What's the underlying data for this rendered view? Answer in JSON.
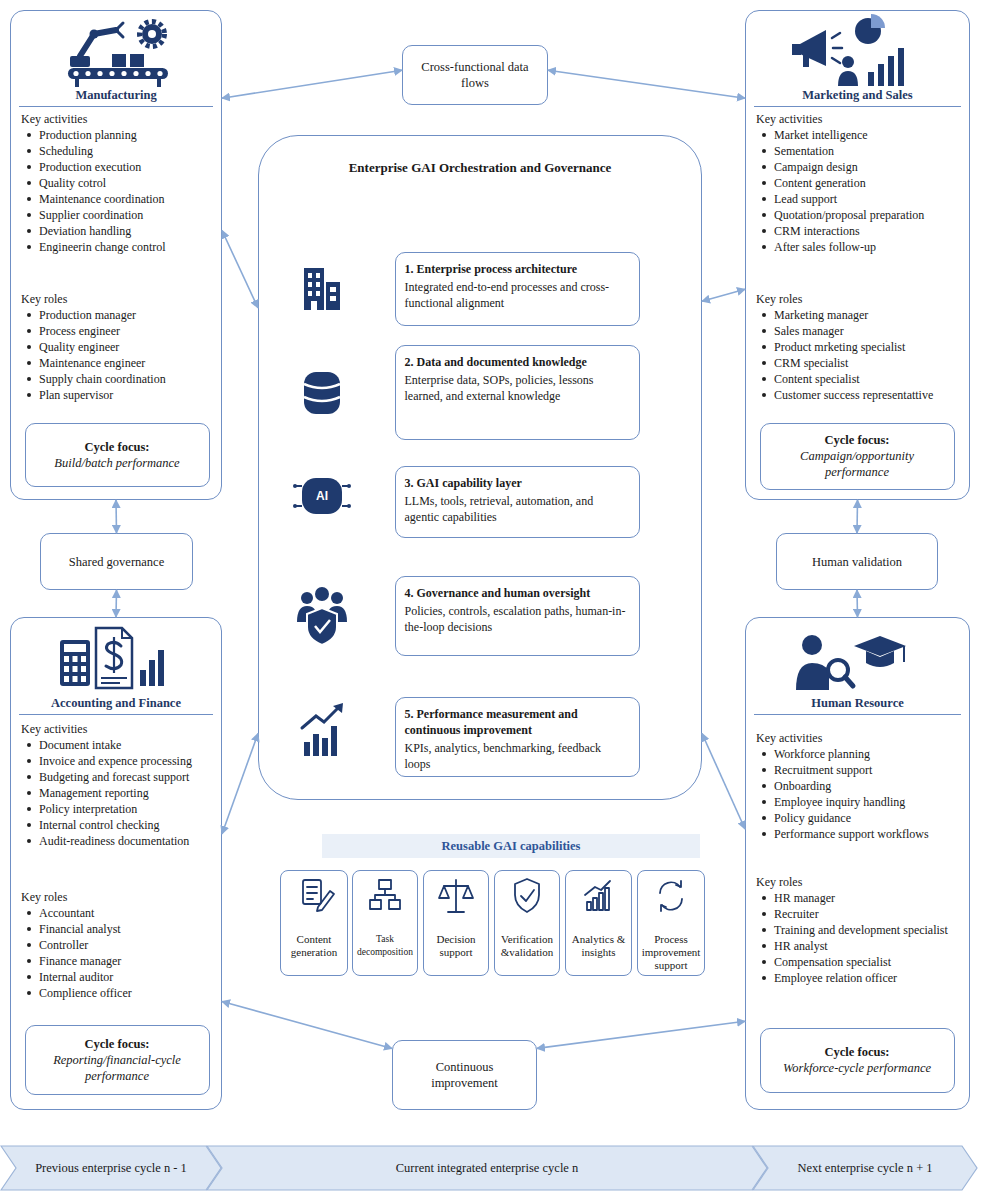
{
  "diagram": {
    "nodes": [
      {
        "text": [
          "Manufacturing",
          "Key activities",
          "Production planning",
          "Scheduling",
          "Production execution",
          "Quality cotrol",
          "Maintenance coordination",
          "Supplier coordination",
          "Deviation handling",
          "Engineerin change control",
          "Key roles",
          "Production manager",
          "Process engineer",
          "Quality engineer",
          "Maintenance engineer",
          "Supply chain coordination",
          "Plan supervisor"
        ]
      },
      {
        "text": [
          "Cycle focus:",
          "Build/batch performance"
        ],
        "in": 0
      },
      {
        "text": [
          "Cross-functional data flows"
        ]
      },
      {
        "text": [
          "Marketing and Sales",
          "Key activities",
          "Market intelligence",
          "Sementation",
          "Campaign design",
          "Content generation",
          "Lead support",
          "Quotation/proposal preparation",
          "CRM interactions",
          "After sales follow-up",
          "Key roles",
          "Marketing manager",
          "Sales manager",
          "Product mrketing specialist",
          "CRM specialist",
          "Content specialist",
          "Customer success representattive"
        ]
      },
      {
        "text": [
          "Cycle focus:",
          "Campaign/opportunity performance"
        ],
        "in": 3
      },
      {
        "text": [
          "Enterprise GAI Orchestration and Governance"
        ]
      },
      {
        "text": [
          "1. Enterprise process architecture",
          "Integrated end-to-end processes and cross-functional alignment"
        ],
        "in": 5
      },
      {
        "text": [
          "2. Data and documented knowledge",
          "Enterprise data, SOPs, policies, lessons learned, and external knowledge"
        ],
        "in": 5
      },
      {
        "text": [
          "3. GAI capability layer",
          "LLMs, tools, retrieval, automation, and agentic capabilities"
        ],
        "in": 5
      },
      {
        "text": [
          "4. Governance and human oversight",
          "Policies, controls, escalation paths, human-in-the-loop decisions"
        ],
        "in": 5
      },
      {
        "text": [
          "5. Performance measurement and continuous improvement",
          "KPIs, analytics, benchmarking, feedback loops"
        ],
        "in": 5
      },
      {
        "text": [
          "Shared governance"
        ]
      },
      {
        "text": [
          "Human validation"
        ]
      },
      {
        "text": [
          "Accounting and Finance",
          "Key activities",
          "Document intake",
          "Invoice and expence processing",
          "Budgeting and forecast support",
          "Management reporting",
          "Policy interpretation",
          "Internal control checking",
          "Audit-readiness documentation",
          "Key roles",
          "Accountant",
          "Financial analyst",
          "Controller",
          "Finance manager",
          "Internal auditor",
          "Complience officer"
        ]
      },
      {
        "text": [
          "Cycle focus:",
          "Reporting/financial-cycle performance"
        ],
        "in": 13
      },
      {
        "text": [
          "Human Resource",
          "Key activities",
          "Workforce planning",
          "Recruitment support",
          "Onboarding",
          "Employee inquiry handling",
          "Policy guidance",
          "Performance support workflows",
          "Key roles",
          "HR manager",
          "Recruiter",
          "Training and development specialist",
          "HR analyst",
          "Compensation specialist",
          "Employee relation officer"
        ]
      },
      {
        "text": [
          "Cycle focus:",
          "Workforce-cycle performance"
        ],
        "in": 15
      },
      {
        "text": [
          "Content generation"
        ]
      },
      {
        "text": [
          "Task decomposition"
        ]
      },
      {
        "text": [
          "Decision support"
        ]
      },
      {
        "text": [
          "Verification &validation"
        ]
      },
      {
        "text": [
          "Analytics & insights"
        ]
      },
      {
        "text": [
          "Process improvement support"
        ]
      },
      {
        "text": [
          "Continuous improvement"
        ]
      },
      {
        "text": [
          "Previous enterprise cycle n - 1"
        ]
      },
      {
        "text": [
          "Current integrated enterprise cycle n"
        ]
      },
      {
        "text": [
          "Next enterprise cycle n + 1"
        ]
      }
    ],
    "edges": [
      {
        "from": 0,
        "to": 2,
        "arrow": "both"
      },
      {
        "from": 2,
        "to": 3,
        "arrow": "both"
      },
      {
        "from": 0,
        "to": 5,
        "arrow": "both"
      },
      {
        "from": 3,
        "to": 5,
        "arrow": "both"
      },
      {
        "from": 0,
        "to": 11,
        "arrow": "both"
      },
      {
        "from": 11,
        "to": 13,
        "arrow": "both"
      },
      {
        "from": 3,
        "to": 12,
        "arrow": "both"
      },
      {
        "from": 12,
        "to": 15,
        "arrow": "both"
      },
      {
        "from": 13,
        "to": 5,
        "arrow": "both"
      },
      {
        "from": 15,
        "to": 5,
        "arrow": "both"
      },
      {
        "from": 13,
        "to": 23,
        "arrow": "both"
      },
      {
        "from": 23,
        "to": 15,
        "arrow": "both"
      }
    ],
    "labels": [
      "Reusable GAI capabilities",
      "AI"
    ]
  }
}
